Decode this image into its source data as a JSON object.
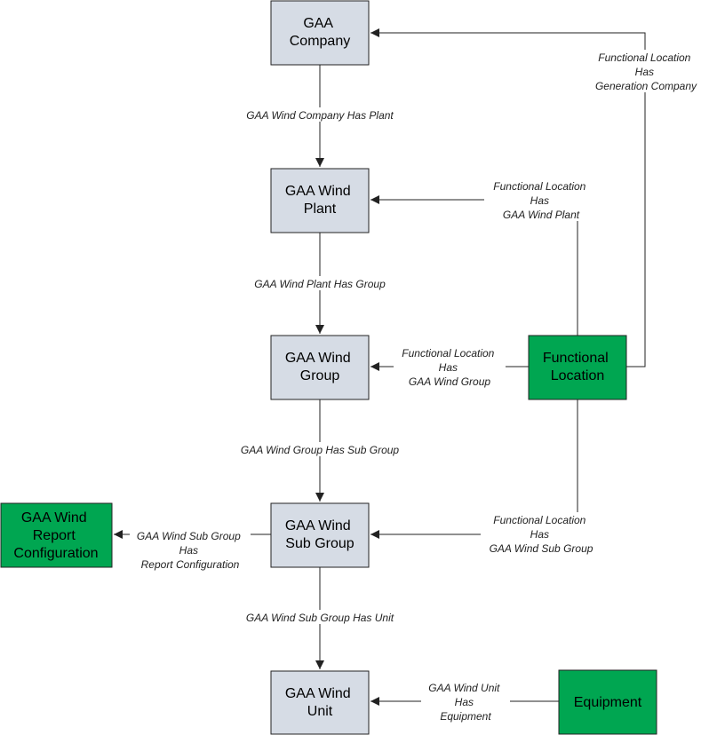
{
  "colors": {
    "entity": "#d6dce5",
    "highlight": "#00a651",
    "border": "#222222"
  },
  "nodes": {
    "gaa_company": {
      "lines": [
        "GAA",
        "Company"
      ]
    },
    "gaa_wind_plant": {
      "lines": [
        "GAA Wind",
        "Plant"
      ]
    },
    "gaa_wind_group": {
      "lines": [
        "GAA Wind",
        "Group"
      ]
    },
    "gaa_wind_sub_group": {
      "lines": [
        "GAA Wind",
        "Sub Group"
      ]
    },
    "gaa_wind_unit": {
      "lines": [
        "GAA Wind",
        "Unit"
      ]
    },
    "functional_location": {
      "lines": [
        "Functional",
        "Location"
      ]
    },
    "gaa_wind_report_configuration": {
      "lines": [
        "GAA Wind",
        "Report",
        "Configuration"
      ]
    },
    "equipment": {
      "lines": [
        "Equipment"
      ]
    }
  },
  "edges": {
    "company_has_plant": {
      "lines": [
        "GAA Wind Company Has Plant"
      ]
    },
    "plant_has_group": {
      "lines": [
        "GAA Wind Plant Has Group"
      ]
    },
    "group_has_sub_group": {
      "lines": [
        "GAA Wind Group Has Sub Group"
      ]
    },
    "sub_group_has_unit": {
      "lines": [
        "GAA Wind Sub Group Has Unit"
      ]
    },
    "fl_has_generation_company": {
      "lines": [
        "Functional Location",
        "Has",
        "Generation Company"
      ]
    },
    "fl_has_wind_plant": {
      "lines": [
        "Functional Location",
        "Has",
        "GAA Wind Plant"
      ]
    },
    "fl_has_wind_group": {
      "lines": [
        "Functional Location",
        "Has",
        "GAA Wind Group"
      ]
    },
    "fl_has_wind_sub_group": {
      "lines": [
        "Functional Location",
        "Has",
        "GAA Wind Sub Group"
      ]
    },
    "sub_group_has_report_configuration": {
      "lines": [
        "GAA Wind Sub Group",
        "Has",
        "Report Configuration"
      ]
    },
    "unit_has_equipment": {
      "lines": [
        "GAA Wind Unit",
        "Has",
        "Equipment"
      ]
    }
  }
}
